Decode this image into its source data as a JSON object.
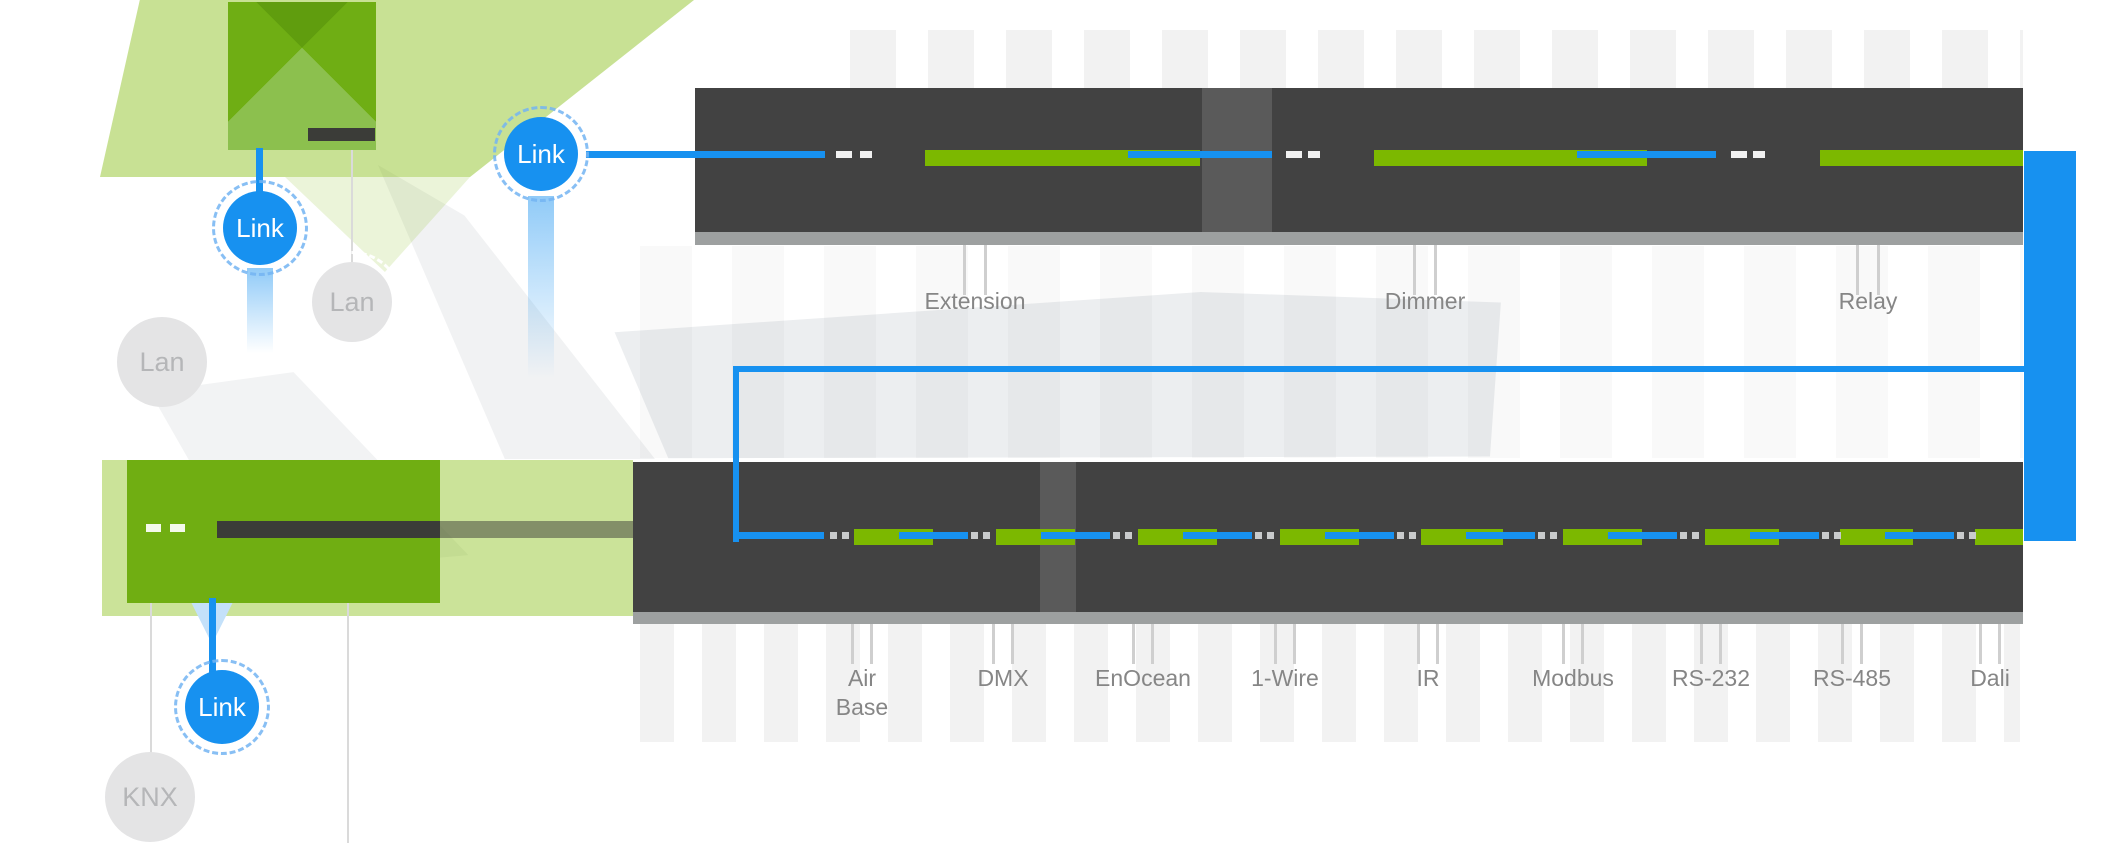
{
  "nodes": [
    {
      "id": "link-top",
      "label": "Link"
    },
    {
      "id": "link-mid",
      "label": "Link"
    },
    {
      "id": "link-bottom",
      "label": "Link"
    },
    {
      "id": "lan-upper",
      "label": "Lan"
    },
    {
      "id": "lan-lower",
      "label": "Lan"
    },
    {
      "id": "knx",
      "label": "KNX"
    }
  ],
  "top_chain": {
    "devices": [
      {
        "label": "Extension"
      },
      {
        "label": "Dimmer"
      },
      {
        "label": "Relay"
      }
    ]
  },
  "bottom_chain": {
    "devices": [
      {
        "label": "Air\nBase"
      },
      {
        "label": "DMX"
      },
      {
        "label": "EnOcean"
      },
      {
        "label": "1-Wire"
      },
      {
        "label": "IR"
      },
      {
        "label": "Modbus"
      },
      {
        "label": "RS-232"
      },
      {
        "label": "RS-485"
      },
      {
        "label": "Dali"
      }
    ]
  },
  "colors": {
    "green": "#7cb800",
    "device_green": "#70ae12",
    "light_green": "rgba(124,184,0,0.42)",
    "charcoal": "#424242",
    "blue": "#1791f0",
    "rail_gray": "#9da0a0",
    "label_gray": "#868686",
    "node_gray": "#e4e4e5",
    "node_text_gray": "#b5b6b8"
  }
}
